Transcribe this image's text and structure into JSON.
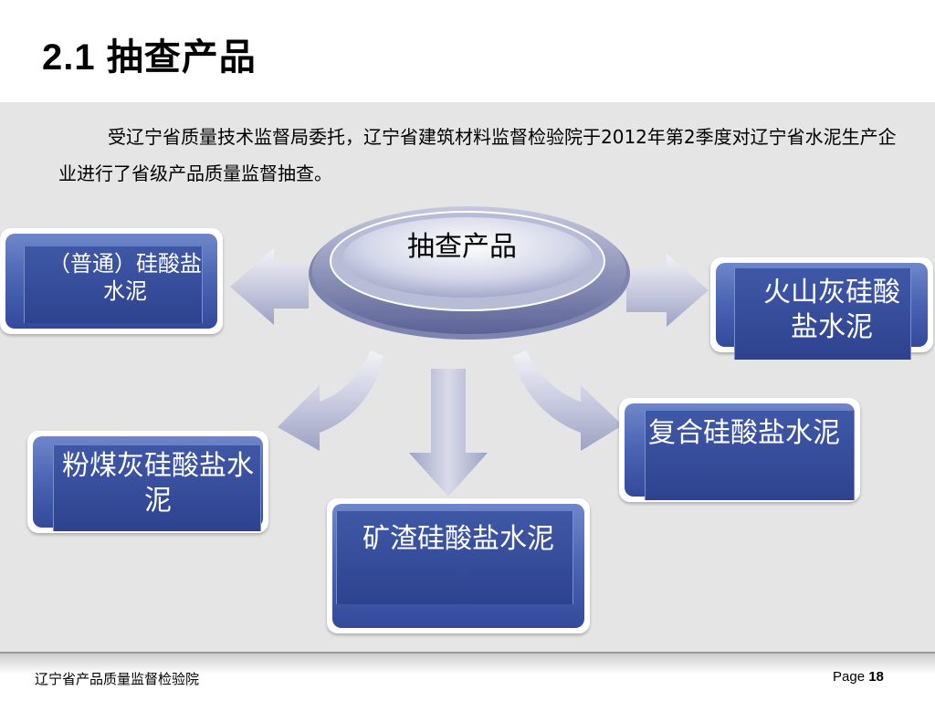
{
  "header": {
    "title": "2.1 抽查产品"
  },
  "intro": {
    "text": "受辽宁省质量技术监督局委托，辽宁省建筑材料监督检验院于2012年第2季度对辽宁省水泥生产企业进行了省级产品质量监督抽查。"
  },
  "diagram": {
    "center": {
      "label": "抽查产品"
    },
    "products": [
      {
        "label": "（普通）硅酸盐水泥"
      },
      {
        "label": "火山灰硅酸盐水泥"
      },
      {
        "label": "粉煤灰硅酸盐水泥"
      },
      {
        "label": "复合硅酸盐水泥"
      },
      {
        "label": "矿渣硅酸盐水泥"
      }
    ]
  },
  "footer": {
    "org": "辽宁省产品质量监督检验院",
    "page_prefix": "Page",
    "page_number": "18"
  },
  "colors": {
    "box_blue": "#4a63b2",
    "box_dark": "#2e4390",
    "background": "#e5e5e5"
  }
}
